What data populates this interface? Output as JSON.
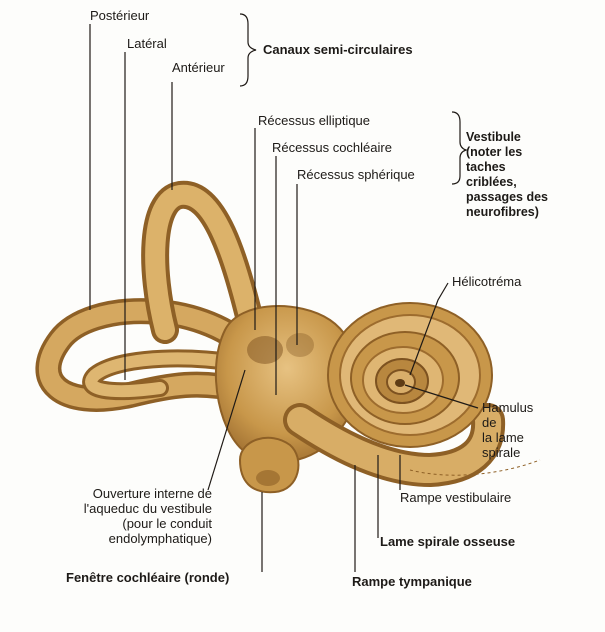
{
  "labels": {
    "posterieur": "Postérieur",
    "lateral": "Latéral",
    "anterieur": "Antérieur",
    "canaux": "Canaux semi-circulaires",
    "recessus_elliptique": "Récessus elliptique",
    "recessus_cochleaire": "Récessus cochléaire",
    "recessus_spherique": "Récessus sphérique",
    "vestibule": "Vestibule\n(noter les\ntaches\ncriblées,\npassages des\nneurofibres)",
    "helicotrema": "Hélicotréma",
    "hamulus": "Hamulus\nde\nla lame\nspirale",
    "ouverture": "Ouverture interne de\nl'aqueduc du vestibule\n(pour le conduit\nendolymphatique)",
    "rampe_vestibulaire": "Rampe vestibulaire",
    "lame_spirale": "Lame spirale osseuse",
    "fenetre": "Fenêtre cochléaire (ronde)",
    "rampe_tympanique": "Rampe tympanique"
  },
  "colors": {
    "bone": "#c8974a",
    "bone_light": "#e2bd7a",
    "bone_dark": "#8e6026",
    "leader": "#1f1a16"
  }
}
